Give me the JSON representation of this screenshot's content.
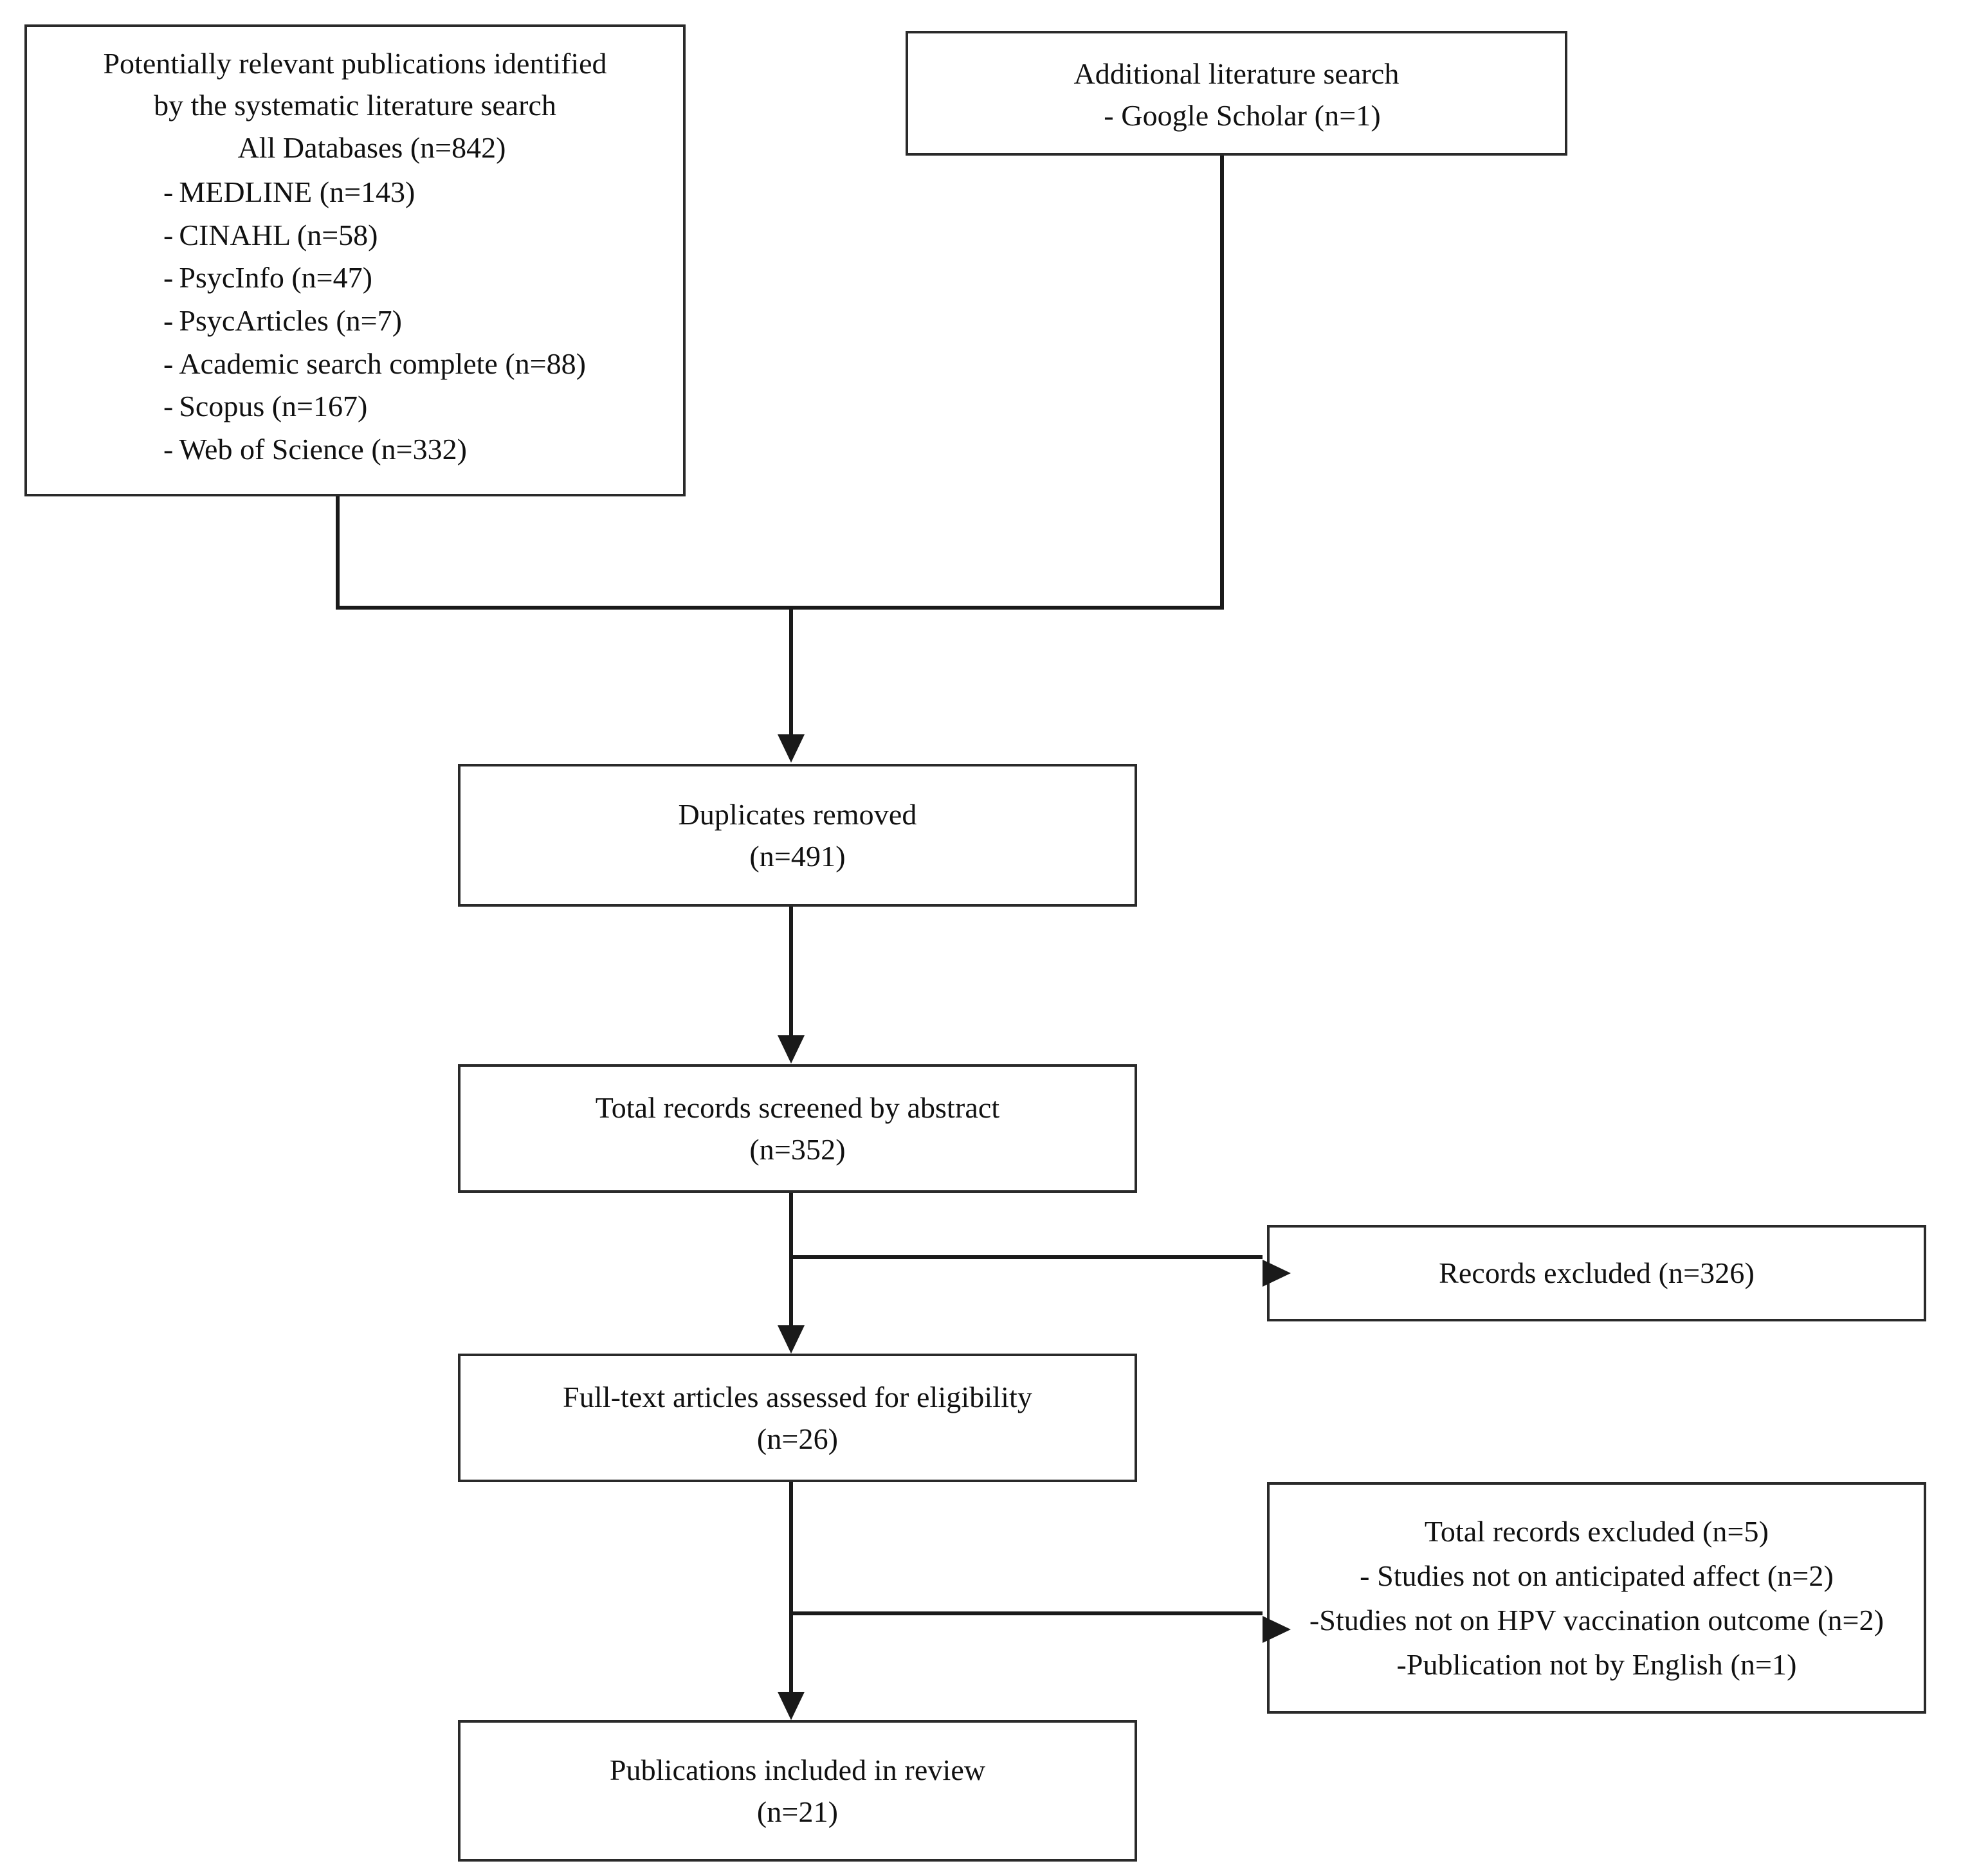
{
  "diagram": {
    "type": "prisma-flow-diagram",
    "nodes": {
      "sources": {
        "heading_line1": "Potentially relevant publications identified",
        "heading_line2": "by the systematic literature search",
        "heading_line3": "All Databases (n=842)",
        "bullet": "-",
        "databases": [
          "MEDLINE (n=143)",
          "CINAHL (n=58)",
          "PsycInfo (n=47)",
          "PsycArticles (n=7)",
          "Academic search complete (n=88)",
          "Scopus (n=167)",
          "Web of Science (n=332)"
        ]
      },
      "additional": {
        "line1": "Additional literature search",
        "line2": "- Google Scholar (n=1)"
      },
      "duplicates": {
        "line1": "Duplicates removed",
        "line2": "(n=491)"
      },
      "screened": {
        "line1": "Total records screened by abstract",
        "line2": "(n=352)"
      },
      "excluded_screening": {
        "line1": "Records excluded (n=326)"
      },
      "fulltext": {
        "line1": "Full-text articles assessed for eligibility",
        "line2": "(n=26)"
      },
      "excluded_fulltext": {
        "line1": "Total records excluded (n=5)",
        "line2": "- Studies not on anticipated affect (n=2)",
        "line3": "-Studies not on HPV vaccination outcome (n=2)",
        "line4": "-Publication not by English (n=1)"
      },
      "included": {
        "line1": "Publications included in review",
        "line2": "(n=21)"
      }
    },
    "counts": {
      "all_databases": 842,
      "medline": 143,
      "cinahl": 58,
      "psycinfo": 47,
      "psycarticles": 7,
      "academic_search_complete": 88,
      "scopus": 167,
      "web_of_science": 332,
      "google_scholar": 1,
      "duplicates_removed": 491,
      "screened_by_abstract": 352,
      "records_excluded_screening": 326,
      "fulltext_assessed": 26,
      "total_excluded_fulltext": 5,
      "excluded_not_anticipated_affect": 2,
      "excluded_not_hpv_outcome": 2,
      "excluded_not_english": 1,
      "included_in_review": 21
    },
    "colors": {
      "box_border": "#2a2a2a",
      "connector": "#1a1a1a",
      "text": "#111111",
      "background": "#ffffff"
    }
  }
}
